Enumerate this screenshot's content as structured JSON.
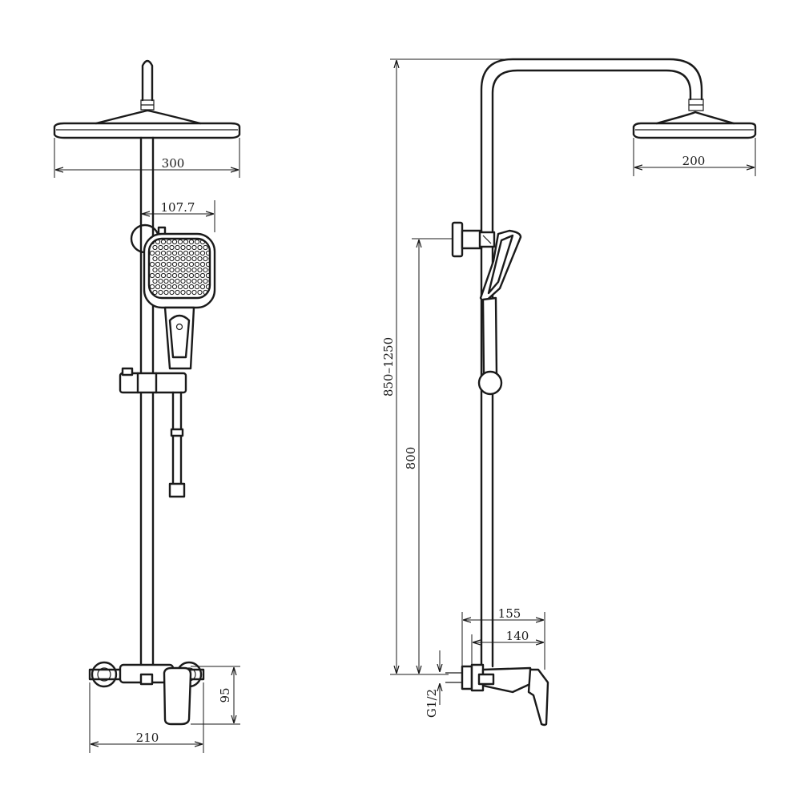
{
  "dimensions": {
    "head_width": "300",
    "hand_offset": "107.7",
    "valve_width": "210",
    "valve_height": "95",
    "overall_height": "850–1250",
    "hand_height": "800",
    "head_width_side": "200",
    "wall_depth": "155",
    "valve_depth": "140",
    "thread": "G1/2"
  },
  "colors": {
    "line": "#1a1a1a",
    "background": "#ffffff"
  }
}
